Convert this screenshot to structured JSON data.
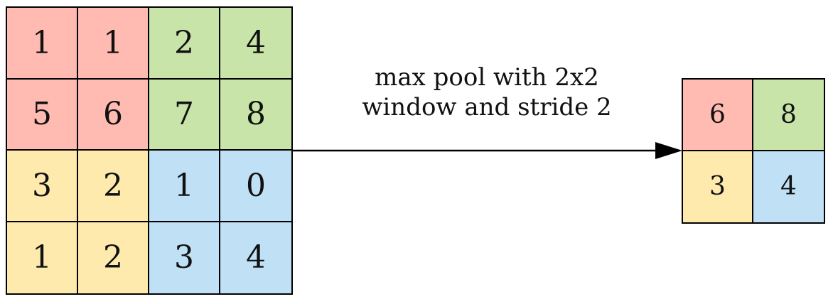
{
  "colors": {
    "red": "#ffbbb1",
    "green": "#c9e4a9",
    "yellow": "#ffeaae",
    "blue": "#c0e1f5",
    "line": "#000000"
  },
  "input_grid": [
    [
      {
        "value": "1",
        "color": "red"
      },
      {
        "value": "1",
        "color": "red"
      },
      {
        "value": "2",
        "color": "green"
      },
      {
        "value": "4",
        "color": "green"
      }
    ],
    [
      {
        "value": "5",
        "color": "red"
      },
      {
        "value": "6",
        "color": "red"
      },
      {
        "value": "7",
        "color": "green"
      },
      {
        "value": "8",
        "color": "green"
      }
    ],
    [
      {
        "value": "3",
        "color": "yellow"
      },
      {
        "value": "2",
        "color": "yellow"
      },
      {
        "value": "1",
        "color": "blue"
      },
      {
        "value": "0",
        "color": "blue"
      }
    ],
    [
      {
        "value": "1",
        "color": "yellow"
      },
      {
        "value": "2",
        "color": "yellow"
      },
      {
        "value": "3",
        "color": "blue"
      },
      {
        "value": "4",
        "color": "blue"
      }
    ]
  ],
  "caption": {
    "line1": "max pool with 2x2",
    "line2": "window and stride 2"
  },
  "output_grid": [
    [
      {
        "value": "6",
        "color": "red"
      },
      {
        "value": "8",
        "color": "green"
      }
    ],
    [
      {
        "value": "3",
        "color": "yellow"
      },
      {
        "value": "4",
        "color": "blue"
      }
    ]
  ]
}
